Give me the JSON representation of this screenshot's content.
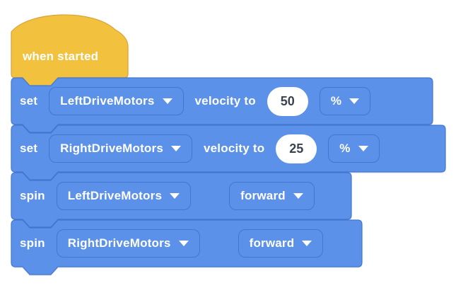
{
  "app": "block-programming-workspace",
  "colors": {
    "hat_fill": "#F2C13D",
    "hat_stroke": "#D8A33C",
    "block_fill": "#5B91E9",
    "block_stroke": "#4377CE",
    "field_fill": "#FFFFFF",
    "field_text": "#39424E",
    "label_text": "#FFFFFF"
  },
  "blocks": {
    "hat": {
      "label": "when started"
    },
    "set_left": {
      "verb": "set",
      "motor": "LeftDriveMotors",
      "property": "velocity to",
      "value": "50",
      "unit": "%"
    },
    "set_right": {
      "verb": "set",
      "motor": "RightDriveMotors",
      "property": "velocity to",
      "value": "25",
      "unit": "%"
    },
    "spin_left": {
      "verb": "spin",
      "motor": "LeftDriveMotors",
      "direction": "forward"
    },
    "spin_right": {
      "verb": "spin",
      "motor": "RightDriveMotors",
      "direction": "forward"
    }
  }
}
